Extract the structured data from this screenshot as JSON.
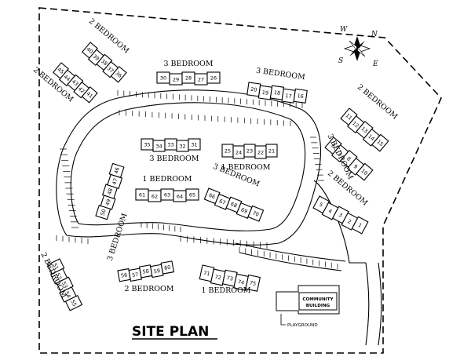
{
  "title": "SITE PLAN",
  "compass": {
    "n": "N",
    "e": "E",
    "s": "S",
    "w": "W"
  },
  "community_building": {
    "line1": "COMMUNITY",
    "line2": "BUILDING"
  },
  "playground": "PLAYGROUND",
  "buildings": [
    {
      "id": "b40",
      "units": [
        "40",
        "39",
        "38",
        "37",
        "36"
      ],
      "label": "2 BEDROOM"
    },
    {
      "id": "b45",
      "units": [
        "45",
        "44",
        "43",
        "42",
        "41"
      ],
      "label": "2 BEDROOM"
    },
    {
      "id": "b30",
      "units": [
        "30",
        "29",
        "28",
        "27",
        "26"
      ],
      "label": "3 BEDROOM"
    },
    {
      "id": "b20",
      "units": [
        "20",
        "19",
        "18",
        "17",
        "16"
      ],
      "label": "3 BEDROOM"
    },
    {
      "id": "b11",
      "units": [
        "11",
        "12",
        "13",
        "14",
        "15"
      ],
      "label": "2 BEDROOM"
    },
    {
      "id": "b6",
      "units": [
        "6",
        "7",
        "8",
        "9",
        "10"
      ],
      "label": "3 BEDROOM"
    },
    {
      "id": "b5",
      "units": [
        "5",
        "4",
        "3",
        "2",
        "1"
      ],
      "label": "2 BEDROOM"
    },
    {
      "id": "b35",
      "units": [
        "35",
        "34",
        "33",
        "32",
        "31"
      ],
      "label": "3 BEDROOM"
    },
    {
      "id": "b25",
      "units": [
        "25",
        "24",
        "23",
        "22",
        "21"
      ],
      "label": "1 BEDROOM"
    },
    {
      "id": "b50",
      "units": [
        "50",
        "49",
        "48",
        "47",
        "46"
      ],
      "label": "3 BEDROOM"
    },
    {
      "id": "b61",
      "units": [
        "61",
        "62",
        "63",
        "64",
        "65"
      ],
      "label": "1 BEDROOM"
    },
    {
      "id": "b66",
      "units": [
        "66",
        "67",
        "68",
        "69",
        "70"
      ],
      "label": "3 BEDROOM"
    },
    {
      "id": "b51",
      "units": [
        "51",
        "52",
        "53",
        "54",
        "55"
      ],
      "label": "2 BEDROOM"
    },
    {
      "id": "b56",
      "units": [
        "56",
        "57",
        "58",
        "59",
        "60"
      ],
      "label": "2 BEDROOM"
    },
    {
      "id": "b71",
      "units": [
        "71",
        "72",
        "73",
        "74",
        "75"
      ],
      "label": "1 BEDROOM"
    }
  ]
}
